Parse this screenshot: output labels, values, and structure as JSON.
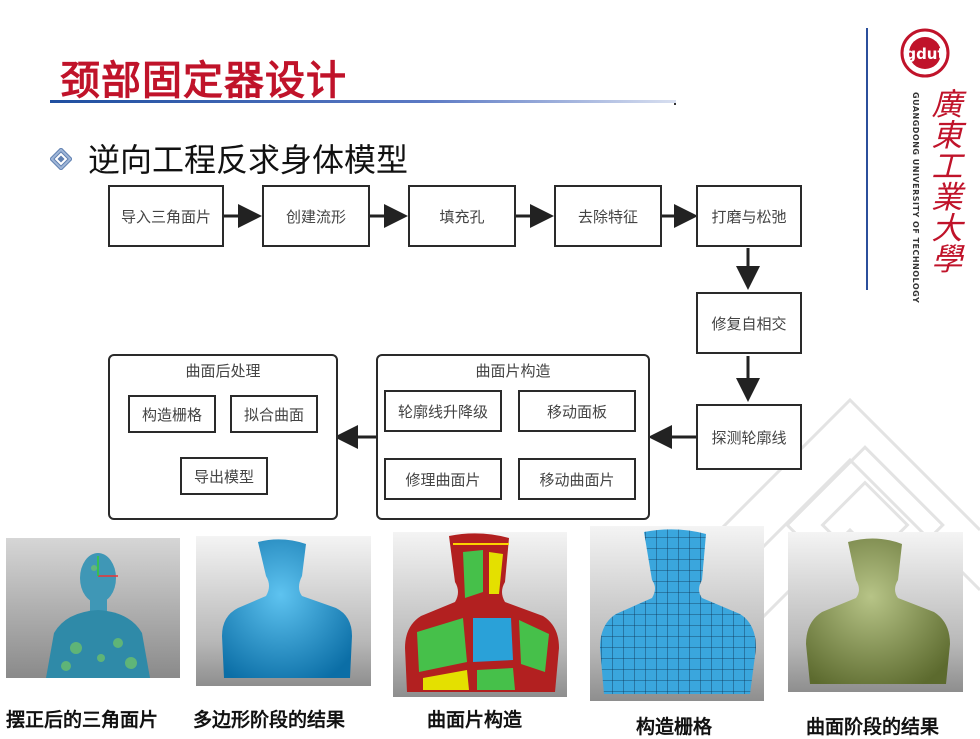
{
  "slide": {
    "title": "颈部固定器设计",
    "subtitle": "逆向工程反求身体模型"
  },
  "logo": {
    "university_en": "GUANGDONG UNIVERSITY OF TECHNOLOGY",
    "university_cn": "廣東工業大學",
    "badge_text": "gdut"
  },
  "flow": {
    "step1": "导入三角面片",
    "step2": "创建流形",
    "step3": "填充孔",
    "step4": "去除特征",
    "step5": "打磨与松弛",
    "step6": "修复自相交",
    "step7": "探测轮廓线",
    "surface_patch_group": {
      "title": "曲面片构造",
      "items": [
        "轮廓线升降级",
        "移动面板",
        "修理曲面片",
        "移动曲面片"
      ]
    },
    "post_group": {
      "title": "曲面后处理",
      "items": [
        "构造栅格",
        "拟合曲面",
        "导出模型"
      ]
    }
  },
  "captions": [
    "摆正后的三角面片",
    "多边形阶段的结果",
    "曲面片构造",
    "构造栅格",
    "曲面阶段的结果"
  ],
  "colors": {
    "title_red": "#c0132a",
    "rule_blue": "#1f4fa0",
    "model_blue": "#1a9ad6",
    "model_green": "#7d8a4a"
  }
}
